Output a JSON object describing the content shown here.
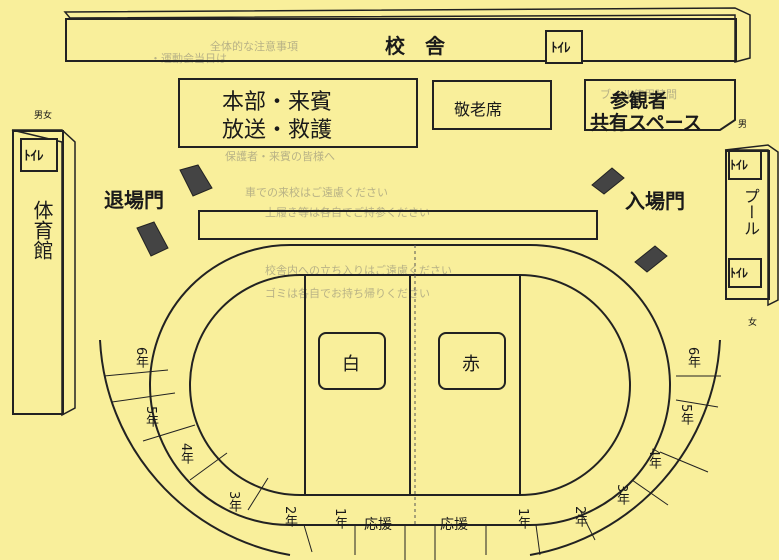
{
  "colors": {
    "background": "#f9ef9b",
    "ink": "#222222",
    "ghost_text": "#b8b286"
  },
  "school_building": {
    "label": "校　舎",
    "toilet": "ﾄｲﾚ"
  },
  "hq_tent": {
    "line1": "本部・来賓",
    "line2": "放送・救護"
  },
  "elder_seats": {
    "label": "敬老席"
  },
  "spectator_space": {
    "line1": "参観者",
    "line2": "共有スペース"
  },
  "gym": {
    "label": "体育館",
    "toilet": "ﾄｲﾚ",
    "restroom_symbols": "男女"
  },
  "pool": {
    "label": "プール",
    "toilet_top": "ﾄｲﾚ",
    "toilet_bottom": "ﾄｲﾚ",
    "restroom_symbol_top": "男",
    "restroom_symbol_bottom": "女"
  },
  "gates": {
    "exit": "退場門",
    "entry": "入場門"
  },
  "teams": {
    "white": "白",
    "red": "赤"
  },
  "left_stand": {
    "sections": [
      "6年",
      "5年",
      "4年",
      "3年",
      "2年",
      "1年",
      "応援"
    ]
  },
  "right_stand": {
    "sections": [
      "応援",
      "1年",
      "2年",
      "3年",
      "4年",
      "5年",
      "6年"
    ]
  },
  "bleed_through_text": [
    "全体的な注意事項",
    "・運動会当日は",
    "ブール使用時間",
    "保護者・来賓の皆様へ",
    "車での来校はご遠慮ください",
    "上履き等は各自でご持参ください",
    "校舎内への立ち入りはご遠慮ください",
    "ゴミは各自でお持ち帰りください"
  ]
}
